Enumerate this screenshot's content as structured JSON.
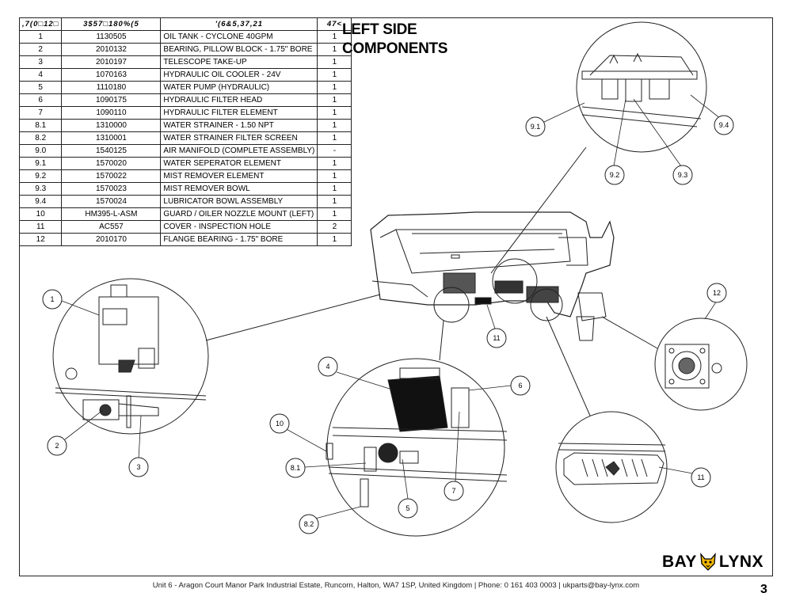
{
  "table": {
    "headers": [
      ",7(0□12□",
      "3$57□180%(5",
      "'(6&5,37,21",
      "47<"
    ],
    "rows": [
      {
        "item": "1",
        "part": "1130505",
        "desc": "OIL TANK - CYCLONE 40GPM",
        "qty": "1"
      },
      {
        "item": "2",
        "part": "2010132",
        "desc": "BEARING, PILLOW BLOCK - 1.75\" BORE",
        "qty": "1"
      },
      {
        "item": "3",
        "part": "2010197",
        "desc": "TELESCOPE TAKE-UP",
        "qty": "1"
      },
      {
        "item": "4",
        "part": "1070163",
        "desc": "HYDRAULIC OIL COOLER - 24V",
        "qty": "1"
      },
      {
        "item": "5",
        "part": "1110180",
        "desc": "WATER PUMP (HYDRAULIC)",
        "qty": "1"
      },
      {
        "item": "6",
        "part": "1090175",
        "desc": "HYDRAULIC FILTER HEAD",
        "qty": "1"
      },
      {
        "item": "7",
        "part": "1090110",
        "desc": "HYDRAULIC FILTER ELEMENT",
        "qty": "1"
      },
      {
        "item": "8.1",
        "part": "1310000",
        "desc": "WATER STRAINER - 1.50 NPT",
        "qty": "1"
      },
      {
        "item": "8.2",
        "part": "1310001",
        "desc": "WATER STRAINER FILTER SCREEN",
        "qty": "1"
      },
      {
        "item": "9.0",
        "part": "1540125",
        "desc": "AIR MANIFOLD (COMPLETE ASSEMBLY)",
        "qty": "-"
      },
      {
        "item": "9.1",
        "part": "1570020",
        "desc": "WATER SEPERATOR ELEMENT",
        "qty": "1"
      },
      {
        "item": "9.2",
        "part": "1570022",
        "desc": "MIST REMOVER ELEMENT",
        "qty": "1"
      },
      {
        "item": "9.3",
        "part": "1570023",
        "desc": "MIST REMOVER BOWL",
        "qty": "1"
      },
      {
        "item": "9.4",
        "part": "1570024",
        "desc": "LUBRICATOR BOWL ASSEMBLY",
        "qty": "1"
      },
      {
        "item": "10",
        "part": "HM395-L-ASM",
        "desc": "GUARD / OILER NOZZLE MOUNT (LEFT)",
        "qty": "1"
      },
      {
        "item": "11",
        "part": "AC557",
        "desc": "COVER - INSPECTION HOLE",
        "qty": "2"
      },
      {
        "item": "12",
        "part": "2010170",
        "desc": "FLANGE BEARING - 1.75\" BORE",
        "qty": "1"
      }
    ]
  },
  "title": {
    "line1": "LEFT SIDE",
    "line2": "COMPONENTS"
  },
  "callouts": [
    "1",
    "2",
    "3",
    "4",
    "5",
    "6",
    "7",
    "8.1",
    "8.2",
    "9.1",
    "9.2",
    "9.3",
    "9.4",
    "10",
    "11",
    "11",
    "12"
  ],
  "logo": {
    "left": "BAY",
    "right": "LYNX",
    "accent": "#f2b705"
  },
  "footer": "Unit 6 - Aragon Court Manor Park Industrial Estate, Runcorn, Halton, WA7 1SP, United Kingdom  |  Phone: 0 161 403 0003  |  ukparts@bay-lynx.com",
  "page_number": "3"
}
